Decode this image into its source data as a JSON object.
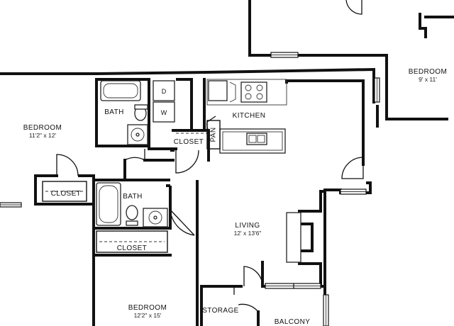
{
  "rooms": {
    "bedroom_left": {
      "name": "BEDROOM",
      "dims": "11'2\" x 12'"
    },
    "bedroom_right": {
      "name": "BEDROOM",
      "dims": "9' x 11'"
    },
    "bedroom_bottom": {
      "name": "BEDROOM",
      "dims": "12'2\" x 15'"
    },
    "living": {
      "name": "LIVING",
      "dims": "12' x 13'6\""
    },
    "kitchen": {
      "name": "KITCHEN"
    },
    "bath_top": {
      "name": "BATH"
    },
    "bath_mid": {
      "name": "BATH"
    },
    "closet_left": {
      "name": "CLOSET"
    },
    "closet_kitchen": {
      "name": "CLOSET"
    },
    "closet_bath": {
      "name": "CLOSET"
    },
    "pantry": {
      "name": "PAN"
    },
    "storage": {
      "name": "STORAGE"
    },
    "balcony": {
      "name": "BALCONY"
    }
  },
  "appliances": {
    "dryer": "D",
    "washer": "W"
  }
}
